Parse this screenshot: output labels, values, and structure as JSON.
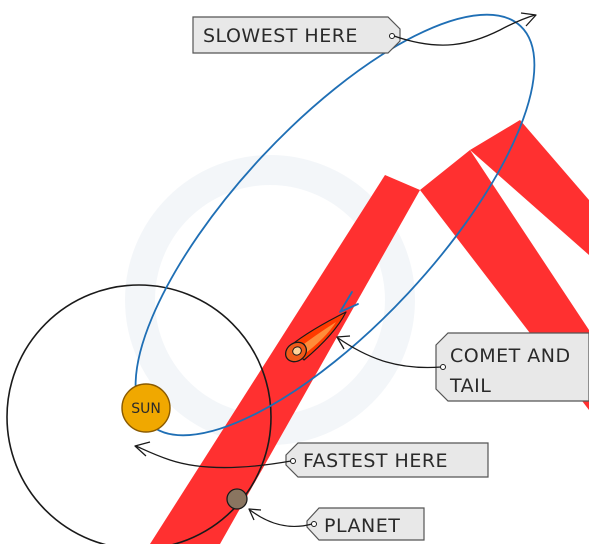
{
  "labels": {
    "slowest": "SLOWEST HERE",
    "fastest": "FASTEST HERE",
    "comet_line1": "COMET AND",
    "comet_line2": "TAIL",
    "planet": "PLANET",
    "sun": "SUN"
  },
  "colors": {
    "comet_orbit": "#1f6fb5",
    "planet_orbit": "#1a1a1a",
    "sun_fill": "#f0a800",
    "sun_stroke": "#8a5a00",
    "planet_fill": "#8a7560",
    "comet_head": "#f05a1a",
    "comet_tail": "#ff3a00",
    "label_box": "#e8e8e8",
    "label_box_stroke": "#555555",
    "watermark": "#ff0000"
  }
}
